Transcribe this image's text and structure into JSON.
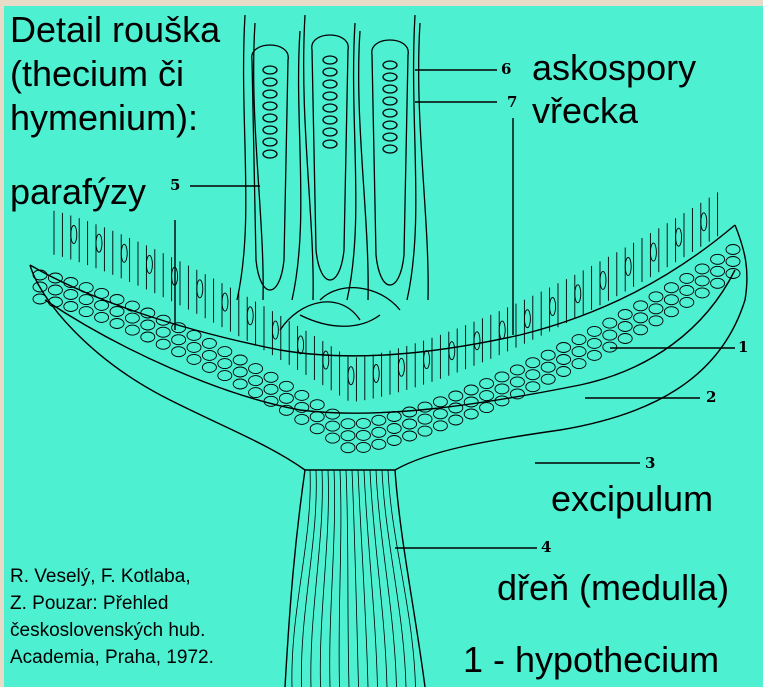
{
  "labels": {
    "detail_line1": "Detail rouška",
    "detail_line2": "(thecium či",
    "detail_line3": "hymenium):",
    "parafyzy": "parafýzy",
    "askospory": "askospory",
    "vrecka": "vřecka",
    "excipulum": "excipulum",
    "dren": "dřeň (medulla)",
    "hypothecium": "1 - hypothecium"
  },
  "numbers": {
    "n1": "1",
    "n2": "2",
    "n3": "3",
    "n4": "4",
    "n5": "5",
    "n6": "6",
    "n7": "7"
  },
  "citation": {
    "line1": "R. Veselý, F. Kotlaba,",
    "line2": "Z. Pouzar: Přehled",
    "line3": "československých hub.",
    "line4": "Academia, Praha, 1972."
  },
  "colors": {
    "background": "#4ef0d2",
    "ink": "#000000"
  }
}
